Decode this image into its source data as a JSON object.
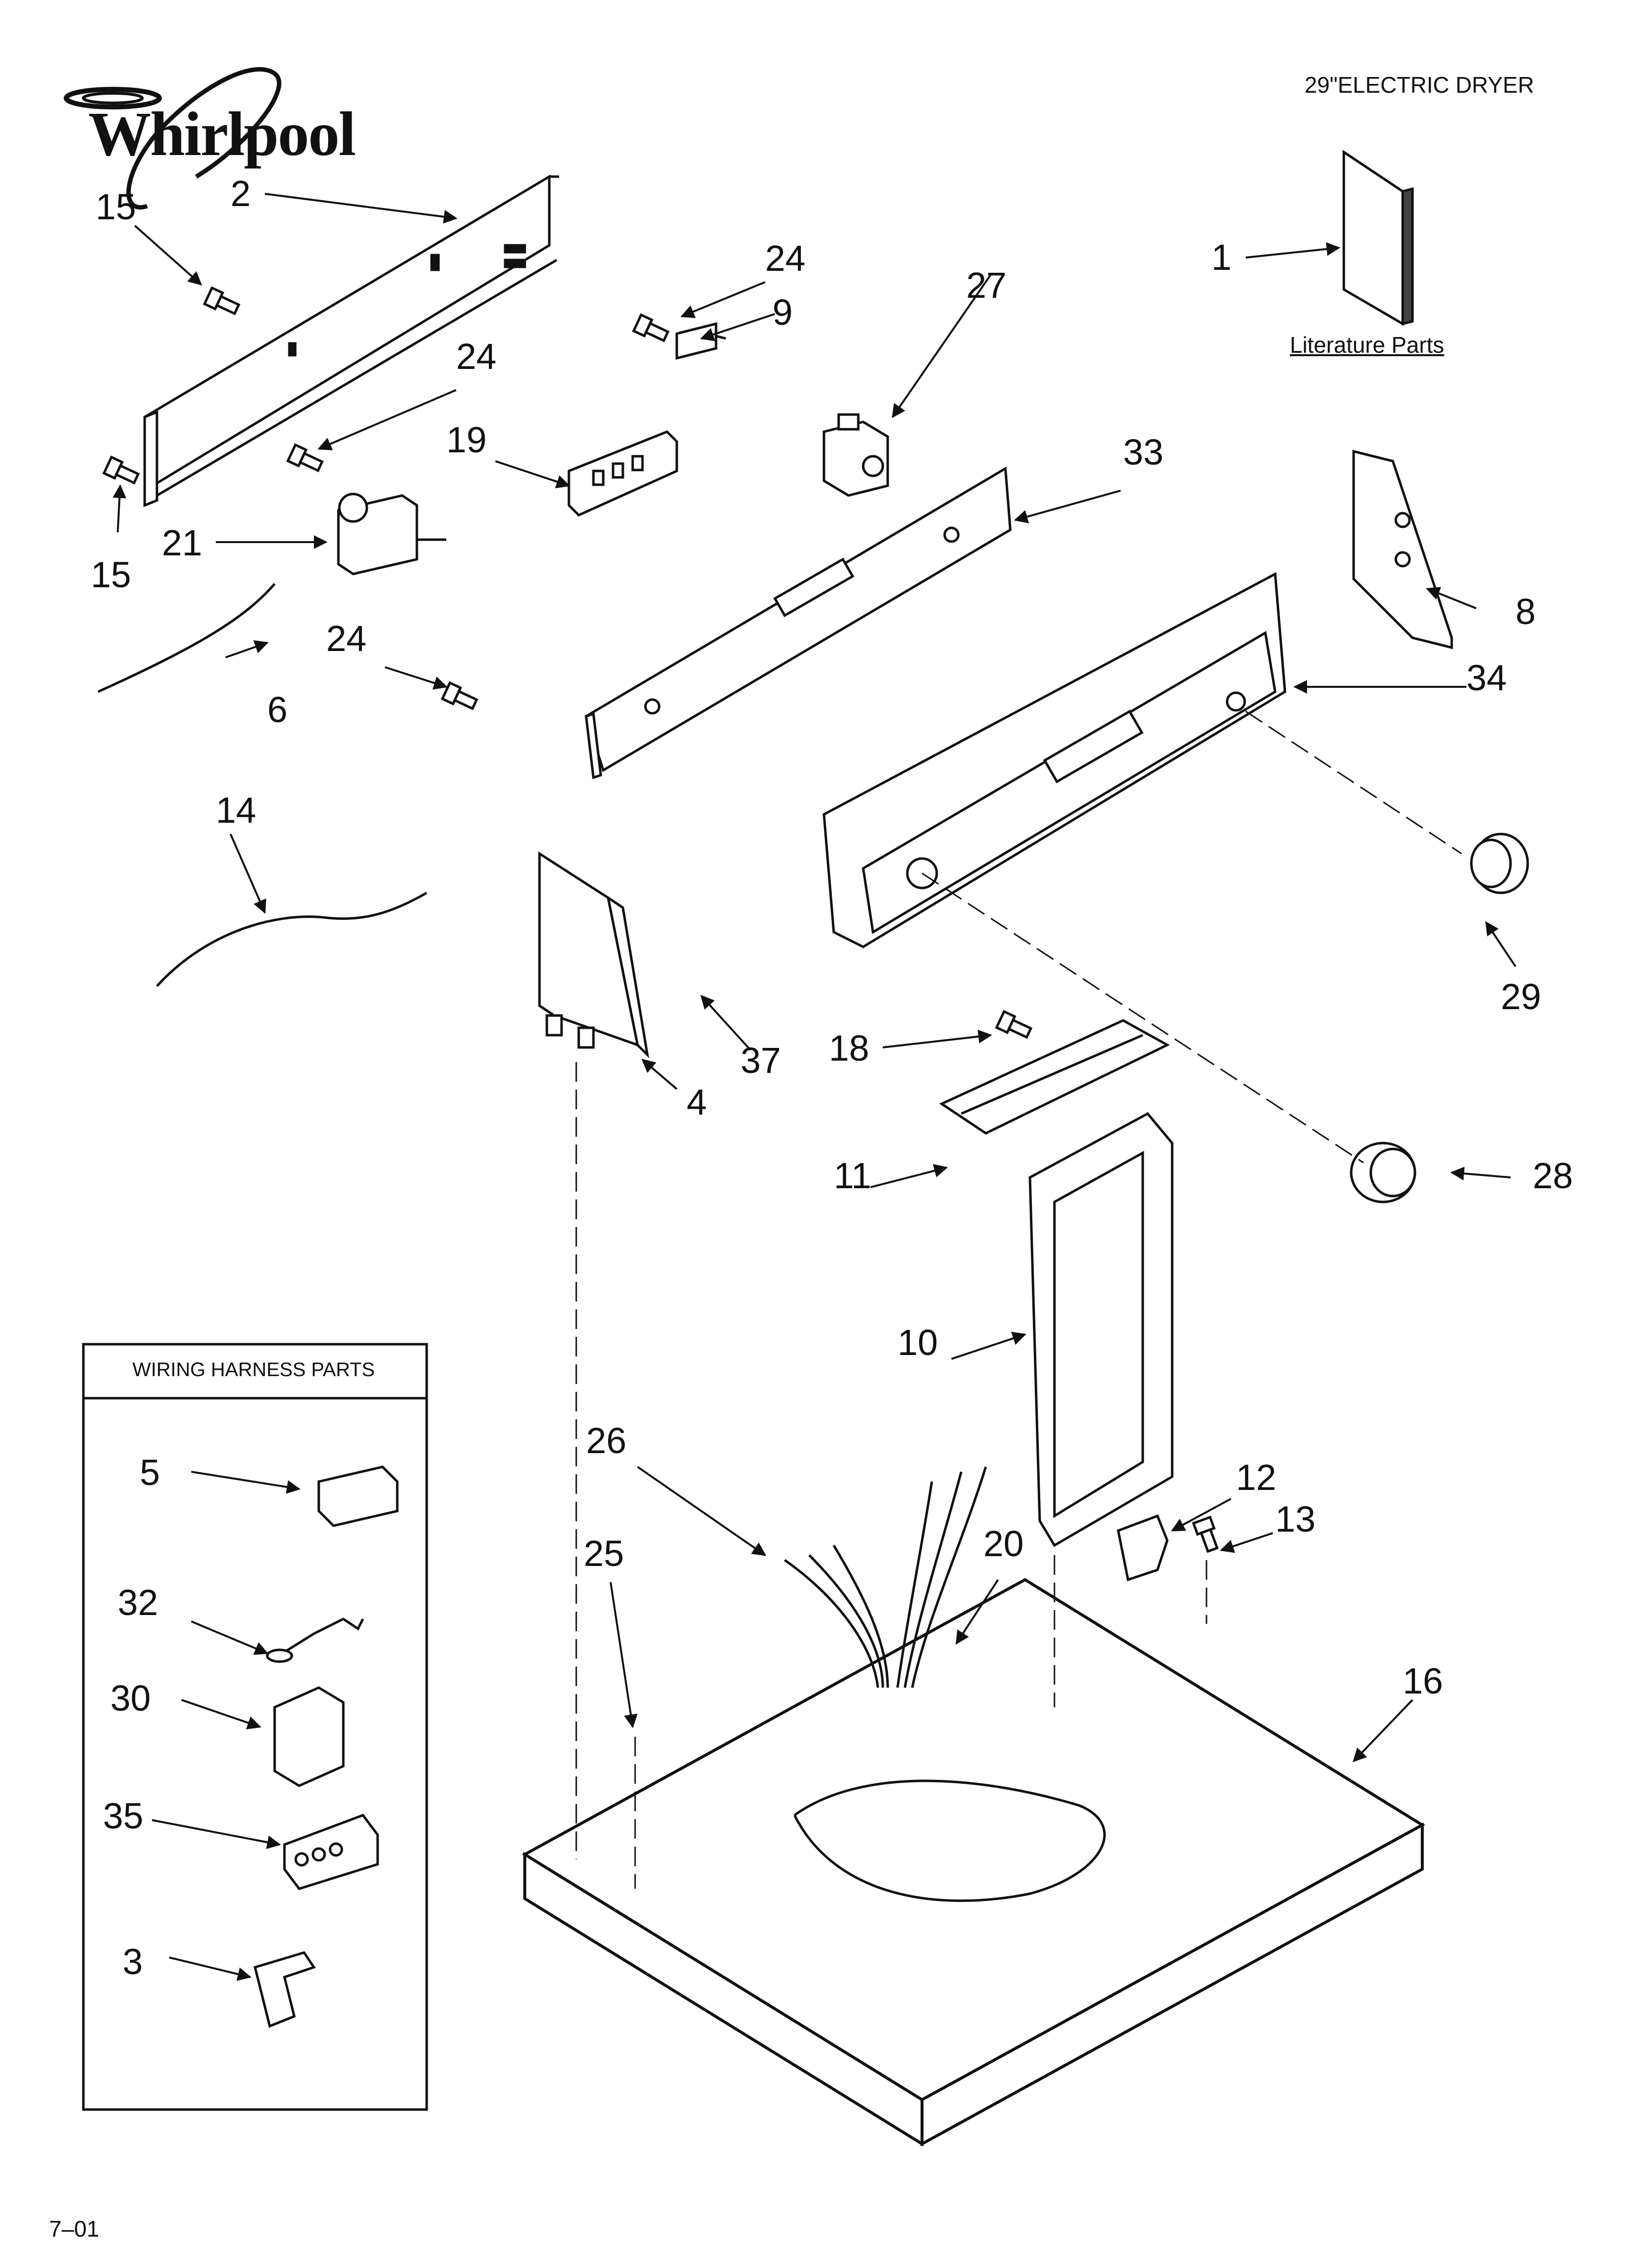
{
  "header": {
    "brand": "Whirlpool",
    "title": "29\"ELECTRIC DRYER"
  },
  "literature": {
    "label": "Literature Parts"
  },
  "wiring_box": {
    "title": "WIRING HARNESS PARTS"
  },
  "footer": {
    "code": "7–01"
  },
  "callouts": [
    "1",
    "2",
    "3",
    "4",
    "5",
    "6",
    "8",
    "9",
    "10",
    "11",
    "12",
    "13",
    "14",
    "15",
    "15",
    "16",
    "18",
    "19",
    "20",
    "21",
    "24",
    "24",
    "24",
    "25",
    "26",
    "27",
    "28",
    "29",
    "30",
    "32",
    "33",
    "34",
    "35",
    "37"
  ],
  "colors": {
    "ink": "#111111",
    "fill": "#ffffff",
    "shade": "#d9d9d9"
  }
}
